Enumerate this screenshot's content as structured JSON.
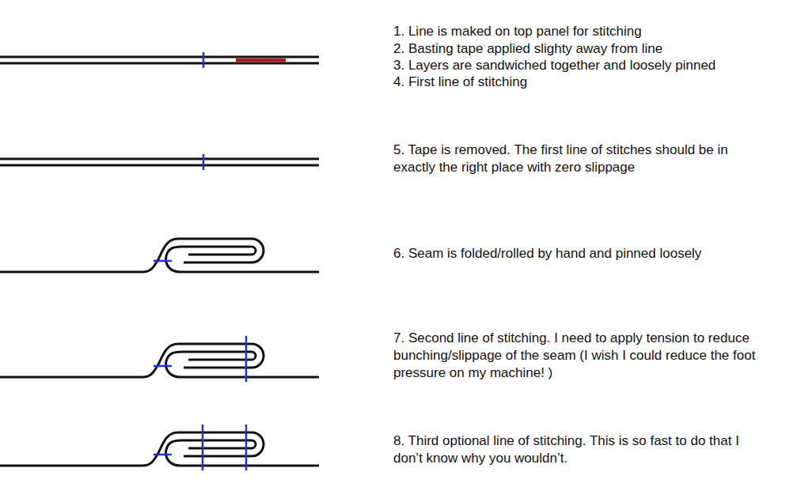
{
  "diagram": {
    "labels": [
      "1. Line is maked on top panel for stitching",
      "2. Basting tape applied slighty away from line",
      "3. Layers are sandwiched together and loosely pinned",
      "4. First line of stitching",
      "5. Tape is removed. The first line of stitches should be in exactly the right place with zero slippage",
      "6. Seam is folded/rolled by hand and pinned loosely",
      "7. Second line of stitching. I need to apply tension to reduce bunching/slippage of the seam (I wish I could reduce the foot pressure on my machine! )",
      "8. Third optional line of stitching. This is so fast to do that I don’t know why you wouldn’t."
    ]
  }
}
